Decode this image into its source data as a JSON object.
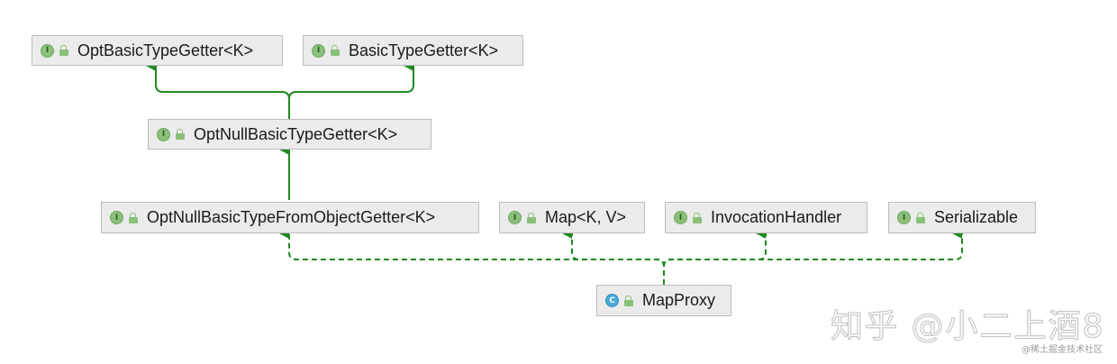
{
  "nodes": {
    "opt_basic_type_getter": {
      "kind": "I",
      "label": "OptBasicTypeGetter<K>"
    },
    "basic_type_getter": {
      "kind": "I",
      "label": "BasicTypeGetter<K>"
    },
    "opt_null_basic_type_getter": {
      "kind": "I",
      "label": "OptNullBasicTypeGetter<K>"
    },
    "opt_null_basic_type_from_object_getter": {
      "kind": "I",
      "label": "OptNullBasicTypeFromObjectGetter<K>"
    },
    "map": {
      "kind": "I",
      "label": "Map<K, V>"
    },
    "invocation_handler": {
      "kind": "I",
      "label": "InvocationHandler"
    },
    "serializable": {
      "kind": "I",
      "label": "Serializable"
    },
    "map_proxy": {
      "kind": "C",
      "label": "MapProxy"
    }
  },
  "edges": [
    {
      "from": "opt_null_basic_type_getter",
      "to": "opt_basic_type_getter",
      "style": "solid"
    },
    {
      "from": "opt_null_basic_type_getter",
      "to": "basic_type_getter",
      "style": "solid"
    },
    {
      "from": "opt_null_basic_type_from_object_getter",
      "to": "opt_null_basic_type_getter",
      "style": "solid"
    },
    {
      "from": "map_proxy",
      "to": "opt_null_basic_type_from_object_getter",
      "style": "dashed"
    },
    {
      "from": "map_proxy",
      "to": "map",
      "style": "dashed"
    },
    {
      "from": "map_proxy",
      "to": "invocation_handler",
      "style": "dashed"
    },
    {
      "from": "map_proxy",
      "to": "serializable",
      "style": "dashed"
    }
  ],
  "colors": {
    "edge": "#1f8a1f",
    "node_fill": "#ebebeb",
    "node_border": "#bdbdbd",
    "interface_badge": "#8ac07a",
    "class_badge": "#4aa8d8"
  },
  "watermark": {
    "main": "知乎 @小二上酒8",
    "sub": "@稀土掘金技术社区"
  }
}
